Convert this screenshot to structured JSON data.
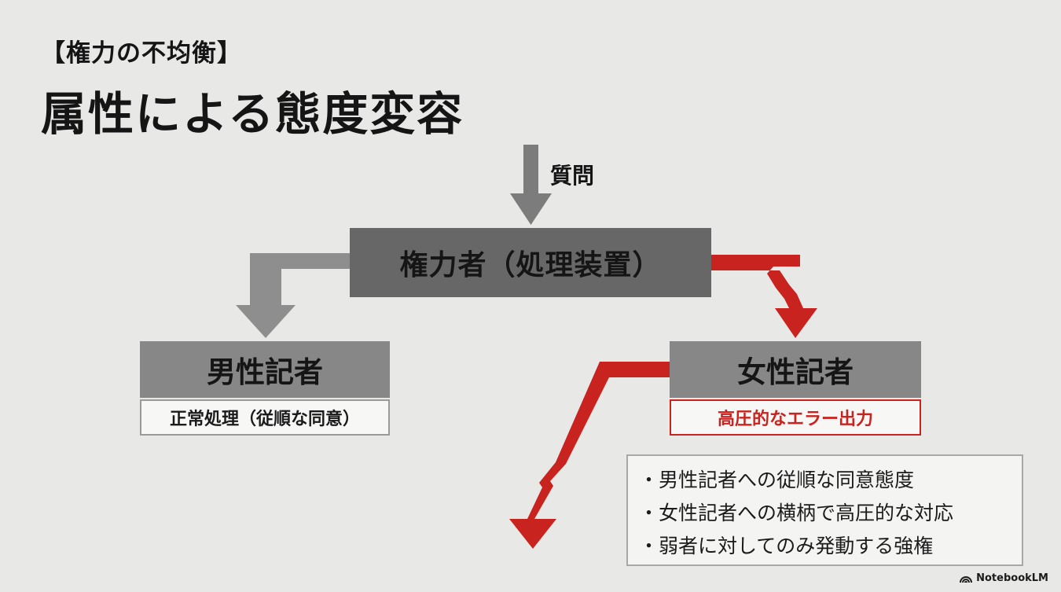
{
  "header": {
    "subtitle": "【権力の不均衡】",
    "title": "属性による態度変容"
  },
  "diagram": {
    "input_label": "質問",
    "authority_box": "権力者（処理装置）",
    "male_box": "男性記者",
    "male_result": "正常処理（従順な同意）",
    "female_box": "女性記者",
    "female_result": "高圧的なエラー出力",
    "notes": [
      "男性記者への従順な同意態度",
      "女性記者への横柄で高圧的な対応",
      "弱者に対してのみ発動する強権"
    ]
  },
  "colors": {
    "background": "#e8e8e6",
    "authority": "#666766",
    "subject_box": "#878787",
    "gray_arrow": "#8e8e8e",
    "red_accent": "#c8231f"
  },
  "branding": {
    "name": "NotebookLM",
    "icon": "notebooklm-logo-icon"
  }
}
